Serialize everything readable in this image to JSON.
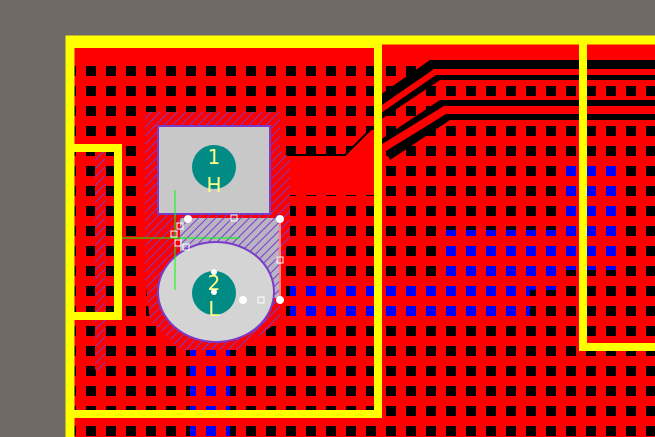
{
  "editor": {
    "view": "pcb-2d",
    "colors": {
      "background": "#6f6a66",
      "top_copper": "#ff0000",
      "bottom_copper": "#0000ff",
      "silkscreen": "#ffff00",
      "pad": "#c8c8c8",
      "pad_hole": "#008b84",
      "keepout_hatch": "#7a3cc8",
      "selection": "#ffffff"
    }
  },
  "pads": [
    {
      "number": "1",
      "net": "H",
      "shape": "square"
    },
    {
      "number": "2",
      "net": "L",
      "shape": "round"
    }
  ]
}
